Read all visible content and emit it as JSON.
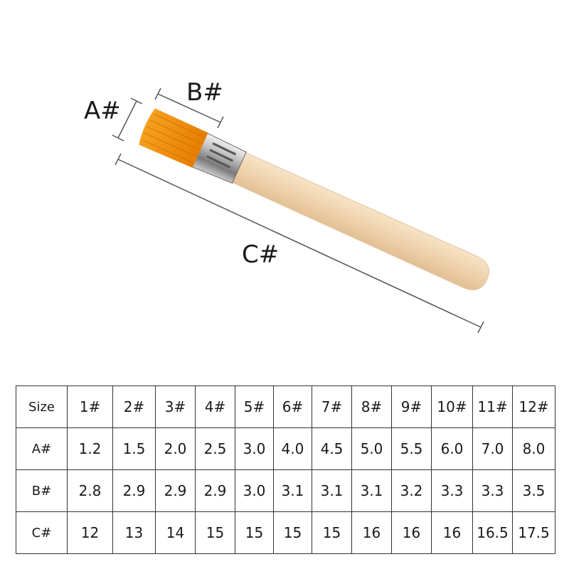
{
  "labels": {
    "a": "A#",
    "b": "B#",
    "c": "C#"
  },
  "colors": {
    "bristle": "#f08a00",
    "ferrule": "#b8b8b8",
    "handle": "#f2d9b8",
    "dimension_line": "#555555",
    "table_border": "#333333"
  },
  "table": {
    "row_headers": [
      "Size",
      "A#",
      "B#",
      "C#"
    ],
    "rows": [
      [
        "1#",
        "2#",
        "3#",
        "4#",
        "5#",
        "6#",
        "7#",
        "8#",
        "9#",
        "10#",
        "11#",
        "12#"
      ],
      [
        "1.2",
        "1.5",
        "2.0",
        "2.5",
        "3.0",
        "4.0",
        "4.5",
        "5.0",
        "5.5",
        "6.0",
        "7.0",
        "8.0"
      ],
      [
        "2.8",
        "2.9",
        "2.9",
        "2.9",
        "3.0",
        "3.1",
        "3.1",
        "3.1",
        "3.2",
        "3.3",
        "3.3",
        "3.5"
      ],
      [
        "12",
        "13",
        "14",
        "15",
        "15",
        "15",
        "15",
        "16",
        "16",
        "16",
        "16.5",
        "17.5"
      ]
    ]
  }
}
